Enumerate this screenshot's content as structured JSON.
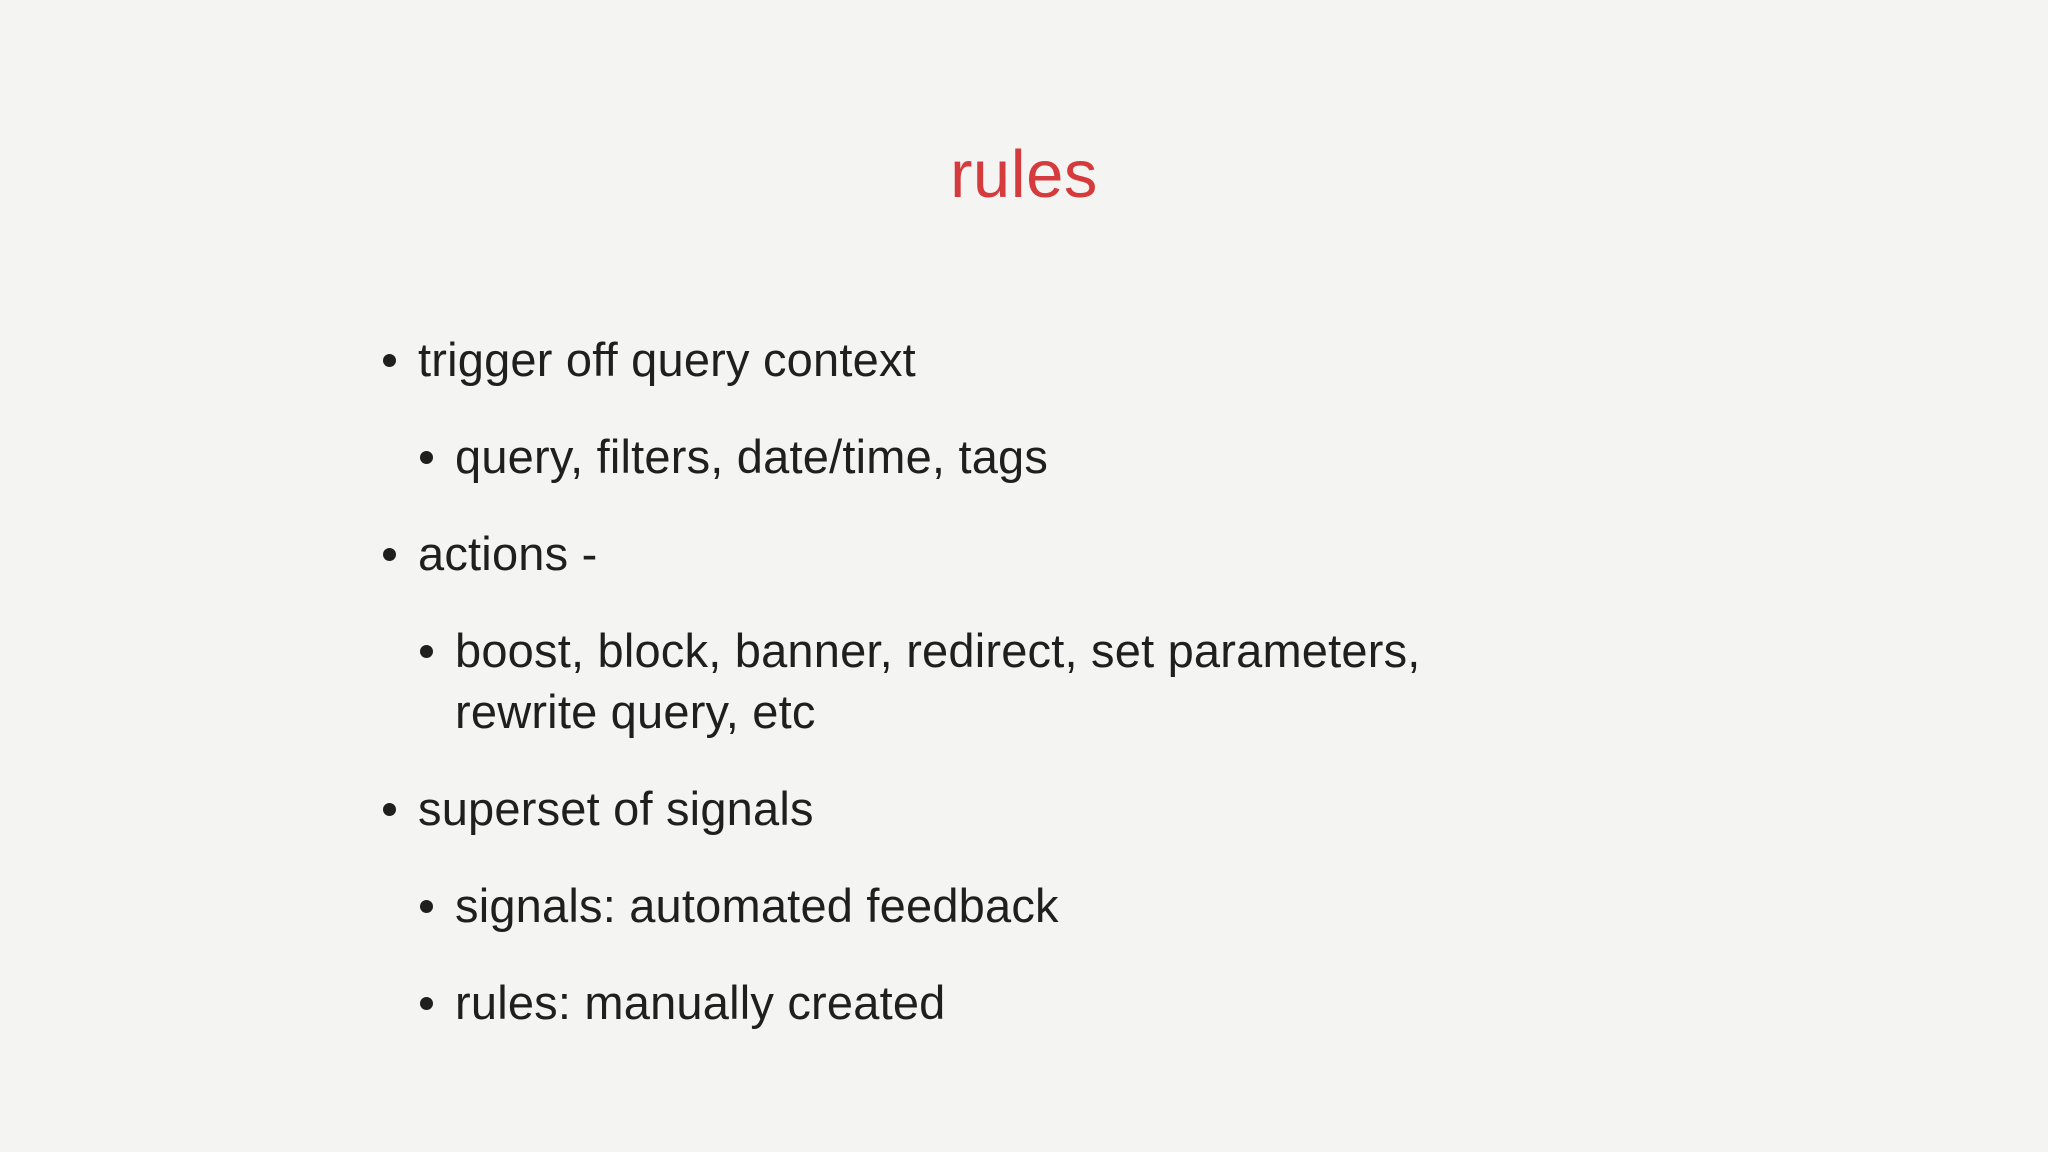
{
  "slide": {
    "title": "rules",
    "accent_color": "#d53b3d",
    "background_color": "#f4f4f2",
    "text_color": "#1f1f1f",
    "bullets": [
      {
        "level": 1,
        "text": "trigger off query context"
      },
      {
        "level": 2,
        "text": "query, filters, date/time, tags"
      },
      {
        "level": 1,
        "text": "actions -"
      },
      {
        "level": 2,
        "text": "boost, block, banner, redirect, set parameters, rewrite query, etc"
      },
      {
        "level": 1,
        "text": "superset of signals"
      },
      {
        "level": 2,
        "text": "signals: automated feedback"
      },
      {
        "level": 2,
        "text": "rules: manually created"
      }
    ]
  }
}
